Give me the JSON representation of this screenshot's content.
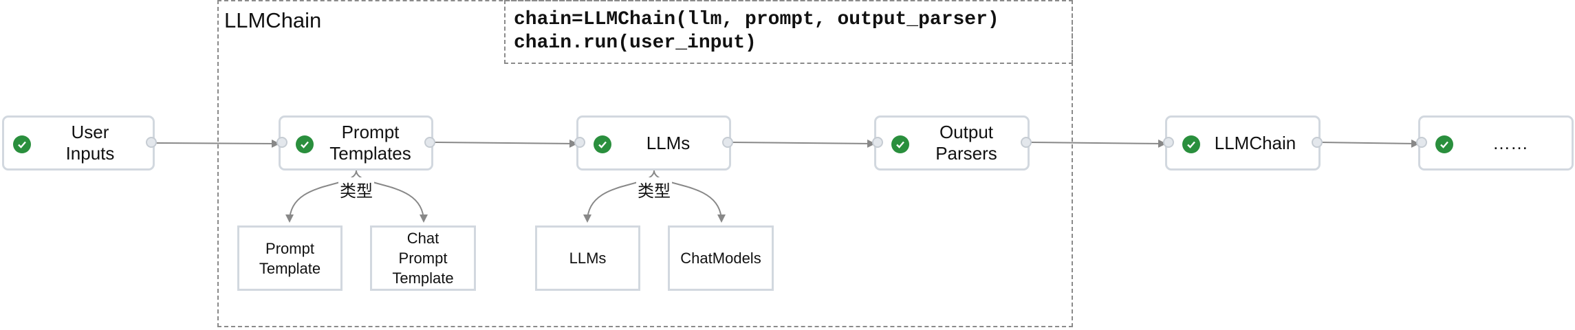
{
  "chain_title": "LLMChain",
  "code": {
    "line1": "chain=LLMChain(llm, prompt, output_parser)",
    "line2": "chain.run(user_input)"
  },
  "nodes": {
    "user_inputs": "User\nInputs",
    "prompt_templates": "Prompt\nTemplates",
    "llms": "LLMs",
    "output_parsers": "Output\nParsers",
    "llmchain": "LLMChain",
    "more": "……"
  },
  "types": {
    "label": "类型",
    "prompt_template": "Prompt\nTemplate",
    "chat_prompt_template": "Chat\nPrompt\nTemplate",
    "llms": "LLMs",
    "chat_models": "ChatModels"
  },
  "colors": {
    "check": "#2a8f3d",
    "border": "#d2d8df",
    "edge": "#888888"
  }
}
